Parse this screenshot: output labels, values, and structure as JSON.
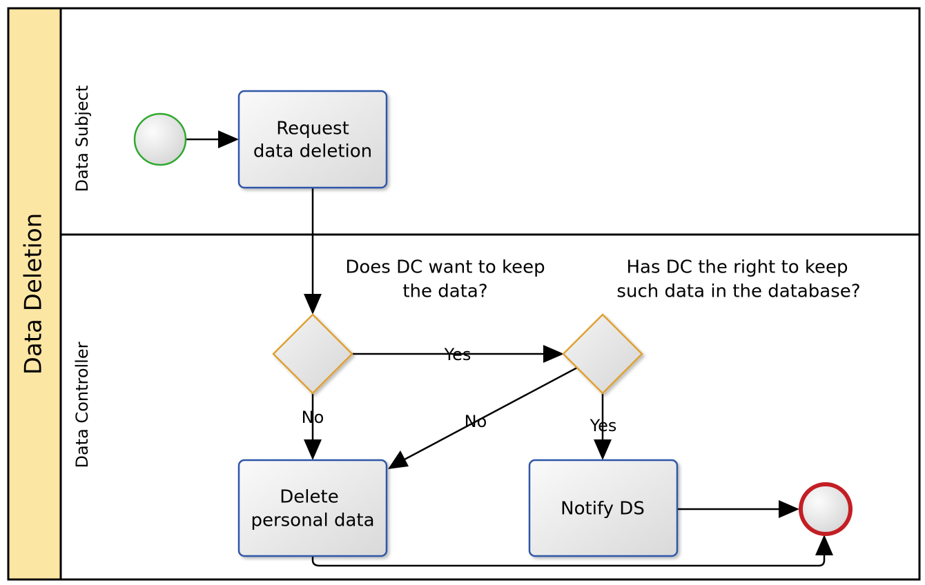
{
  "pool": {
    "title": "Data Deletion",
    "accent_color": "#fbe6a3"
  },
  "lanes": {
    "subject": "Data Subject",
    "controller": "Data Controller"
  },
  "tasks": {
    "request": {
      "line1": "Request",
      "line2": "data deletion"
    },
    "delete": {
      "line1": "Delete",
      "line2": "personal data"
    },
    "notify": {
      "line1": "Notify DS"
    }
  },
  "gateways": {
    "keep": {
      "question_line1": "Does DC want to keep",
      "question_line2": "the data?"
    },
    "right": {
      "question_line1": "Has DC the right to keep",
      "question_line2": "such data in the database?"
    }
  },
  "flows": {
    "keep_yes": "Yes",
    "keep_no": "No",
    "right_no": "No",
    "right_yes": "Yes"
  },
  "colors": {
    "task_border": "#2f56a8",
    "gateway_border": "#e0a030",
    "start_event": "#2ea82e",
    "end_event": "#c41e25"
  }
}
